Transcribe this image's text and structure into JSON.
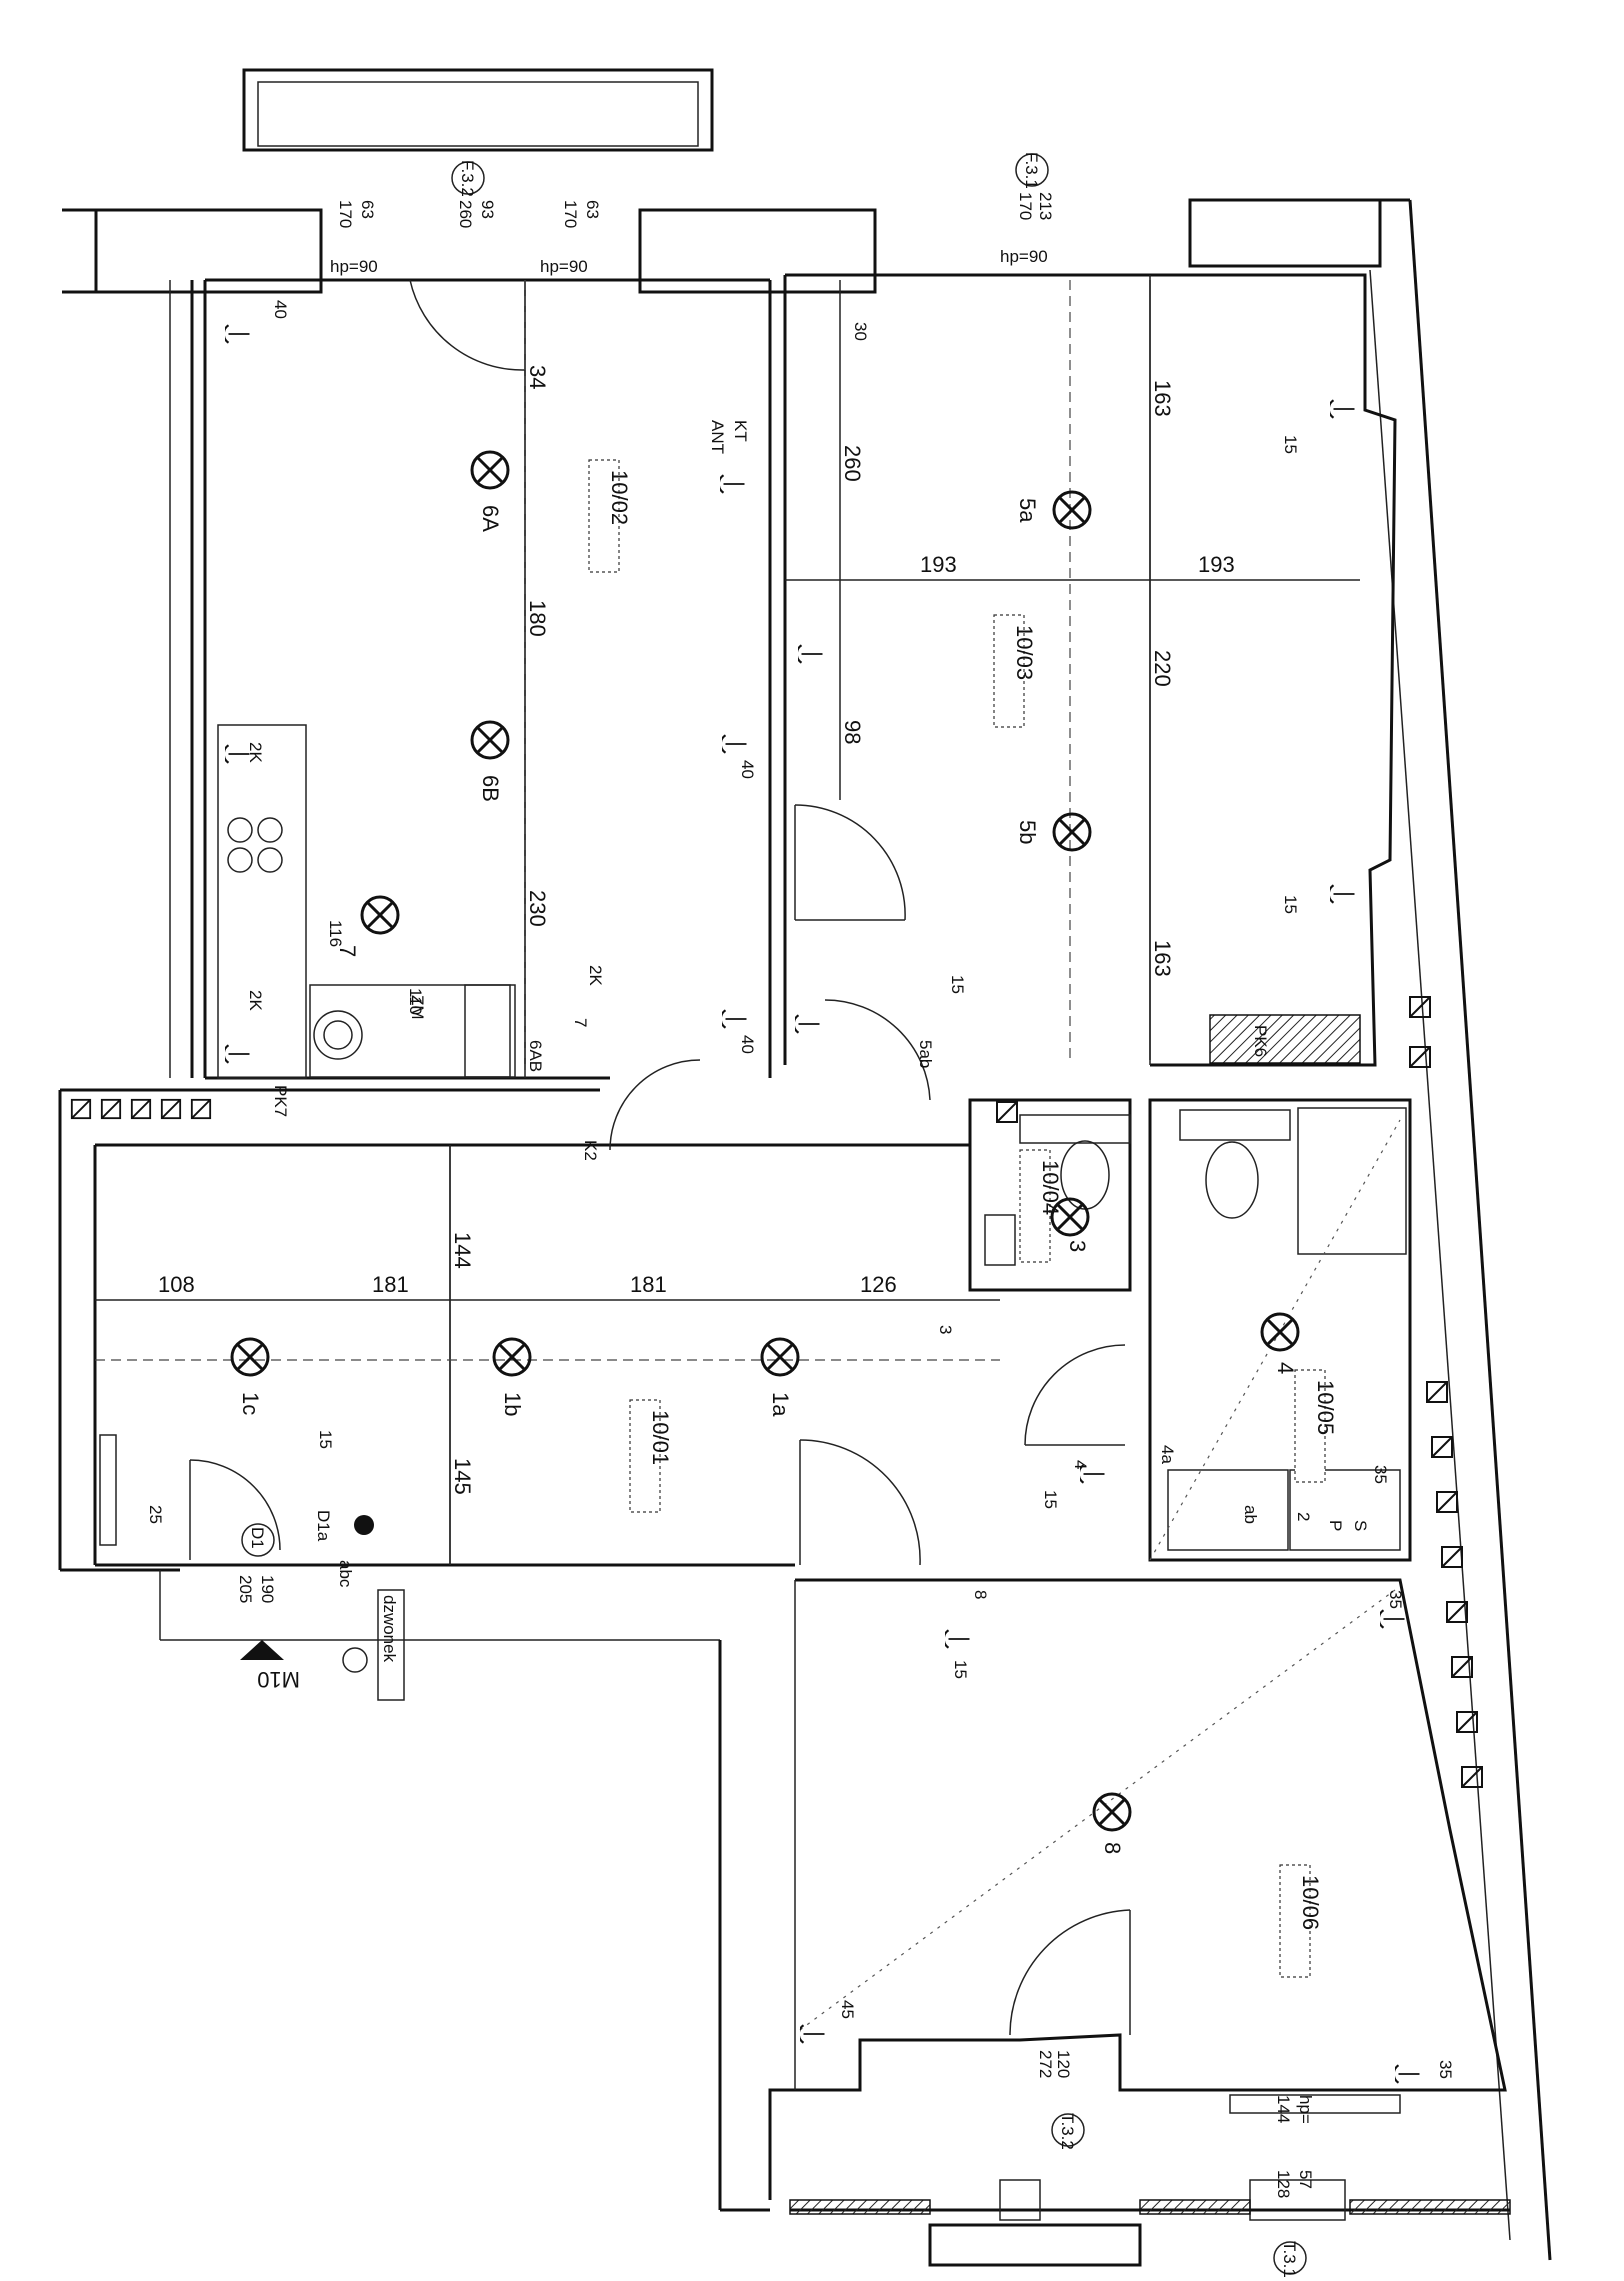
{
  "plan": {
    "rooms": [
      {
        "id": "room-living",
        "label": "10/01"
      },
      {
        "id": "room-kitchen",
        "label": "10/02"
      },
      {
        "id": "room-bed1",
        "label": "10/03"
      },
      {
        "id": "room-wc",
        "label": "10/04"
      },
      {
        "id": "room-bath",
        "label": "10/05"
      },
      {
        "id": "room-bed2",
        "label": "10/06"
      }
    ],
    "lights": [
      "6A",
      "6B",
      "7",
      "5a",
      "5b",
      "1a",
      "1b",
      "1c",
      "3",
      "4",
      "8"
    ],
    "dimensions": {
      "living_h": [
        "108",
        "181",
        "181",
        "126"
      ],
      "living_v": [
        "144",
        "145"
      ],
      "kitchen_v": [
        "34",
        "180",
        "230"
      ],
      "bed1_h": [
        "193",
        "193"
      ],
      "bed1_v_left": [
        "260",
        "98"
      ],
      "bed1_v_right": [
        "163",
        "220",
        "163"
      ],
      "heights": [
        "40",
        "30",
        "40",
        "40",
        "15",
        "15",
        "15",
        "15",
        "15",
        "15",
        "25",
        "35",
        "35",
        "45",
        "35",
        "116",
        "110"
      ],
      "window1": [
        "170",
        "63",
        "260",
        "93",
        "170",
        "63",
        "hp=90",
        "hp=90"
      ],
      "window2": [
        "213",
        "170",
        "hp=90"
      ],
      "door_bed2": [
        "120",
        "272"
      ],
      "balcony_door": [
        "57",
        "128",
        "hp=",
        "144"
      ],
      "entry_door": [
        "190",
        "205"
      ]
    },
    "tags": {
      "window_tag_1": "F.3.2",
      "window_tag_2": "F.3.1",
      "door_tag_bed2": "T.3.2",
      "door_tag_balcony": "T.3.1",
      "entry_tag": "D1",
      "stair_tag": "M10",
      "intercom": "D1a",
      "doorbell_label": "dzwonek"
    },
    "symbols": {
      "socket": "2",
      "socket_k": "2K",
      "socket_p": "P",
      "socket_s": "S",
      "ant": "ANT",
      "kt": "KT",
      "pk7": "PK7",
      "pk6": "PK6",
      "zm": "ZM",
      "abc": "abc",
      "ab": "ab",
      "ab2": "6AB",
      "five_ab": "5ab",
      "four_a": "4a",
      "three_a": "3",
      "four": "4",
      "eight": "8",
      "k2": "K2",
      "seven": "7"
    }
  }
}
